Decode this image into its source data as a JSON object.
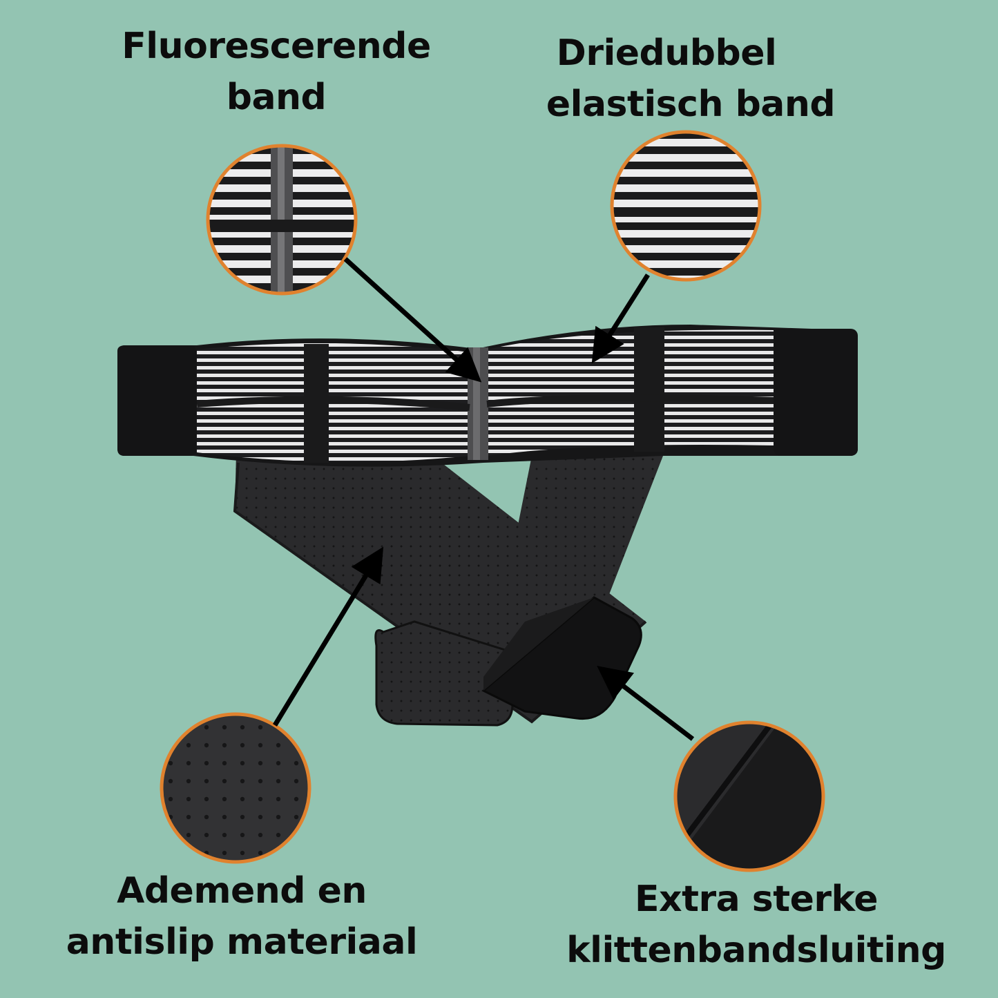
{
  "background_color": "#93c4b2",
  "ring_color": "#e0822e",
  "labels": {
    "top_left": {
      "line1": "Fluorescerende",
      "line2": "band"
    },
    "top_right": {
      "line1": "Driedubbel",
      "line2": "elastisch band"
    },
    "bottom_left": {
      "line1": "Ademend en",
      "line2": "antislip materiaal"
    },
    "bottom_right": {
      "line1": "Extra sterke",
      "line2": "klittenbandsluiting"
    }
  },
  "icons": {
    "product": "back-support-belt-illustration",
    "zoom_1": "reflective-strip-zoom",
    "zoom_2": "elastic-band-zoom",
    "zoom_3": "perforated-fabric-zoom",
    "zoom_4": "velcro-closure-zoom"
  }
}
